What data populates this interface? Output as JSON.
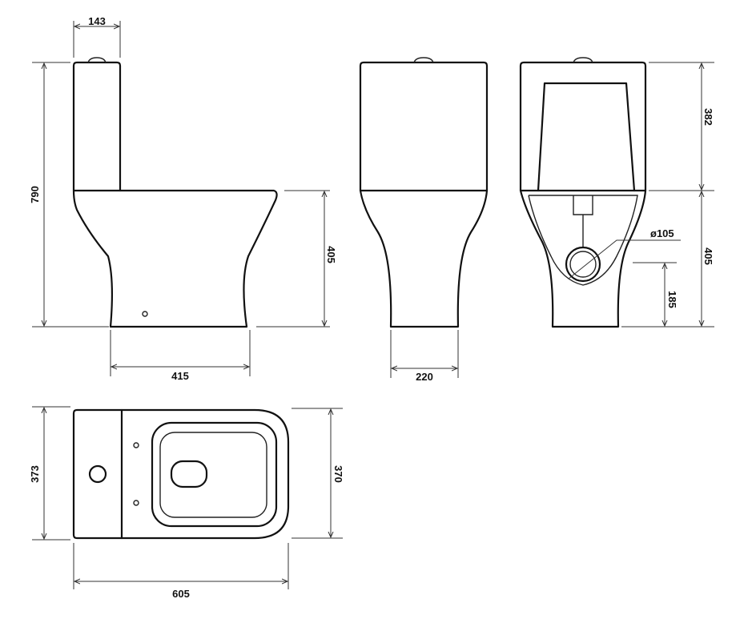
{
  "title": "Close-coupled toilet technical drawing",
  "colors": {
    "line": "#111111",
    "background": "#ffffff"
  },
  "dimensions": {
    "tank_depth": "143",
    "total_height": "790",
    "bowl_height_side": "405",
    "bowl_depth": "415",
    "base_width": "220",
    "tank_height": "382",
    "bowl_height_back": "405",
    "outlet_diameter": "ø105",
    "outlet_height": "185",
    "tank_width_top": "373",
    "bowl_width_top": "370",
    "total_length": "605"
  }
}
